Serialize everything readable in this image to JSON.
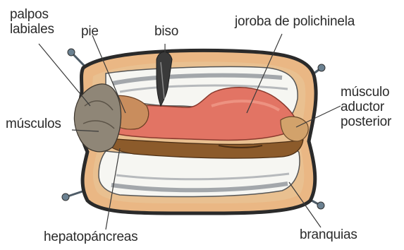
{
  "labels": {
    "palpos_labiales_line1": "palpos",
    "palpos_labiales_line2": "labiales",
    "pie": "pie",
    "biso": "biso",
    "joroba": "joroba de polichinela",
    "musculo_aductor_line1": "músculo",
    "musculo_aductor_line2": "aductor",
    "musculo_aductor_line3": "posterior",
    "musculos": "músculos",
    "hepatopancreas": "hepatopáncreas",
    "branquias": "branquias"
  },
  "colors": {
    "outline": "#2a2a2a",
    "shell_outer": "#e9b784",
    "shell_inner": "#e6c58f",
    "gill_white": "#f7f7f4",
    "gill_gray": "#9fa3a8",
    "body_red": "#e07062",
    "hepatopancreas_brown": "#8a5a2a",
    "muscle_gray": "#8f8a80",
    "pin": "#5f7585"
  }
}
